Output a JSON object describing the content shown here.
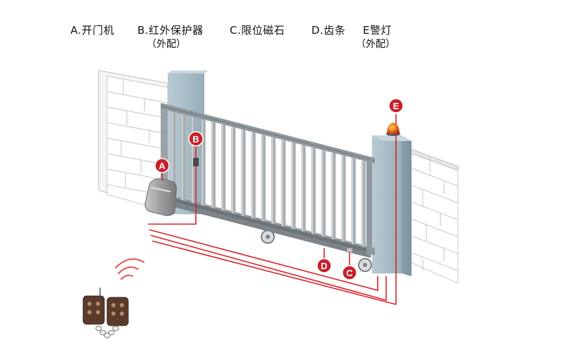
{
  "legend": {
    "a": "A.开门机",
    "b": "B.红外保护器",
    "b_sub": "（外配）",
    "c": "C.限位磁石",
    "d": "D.齿条",
    "e": "E警灯",
    "e_sub": "（外配）"
  },
  "markers": {
    "a": "A",
    "b": "B",
    "c": "C",
    "d": "D",
    "e": "E"
  },
  "colors": {
    "wire": "#d8232a",
    "marker": "#c8202a",
    "pillar": "#a9bcc6",
    "gate": "#8d969c",
    "remote": "#5a3a2a"
  }
}
